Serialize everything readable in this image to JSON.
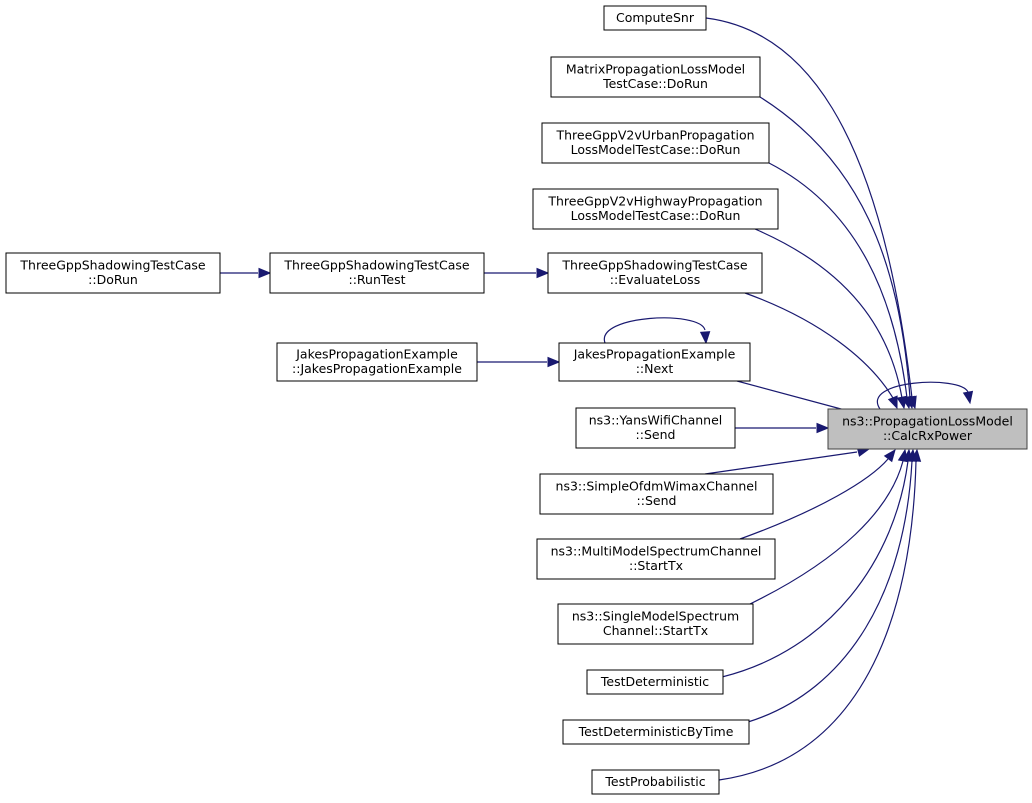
{
  "nodes": [
    {
      "id": "compute-snr",
      "lines": [
        "ComputeSnr"
      ]
    },
    {
      "id": "matrix-dorun",
      "lines": [
        "MatrixPropagationLossModel",
        "TestCase::DoRun"
      ]
    },
    {
      "id": "v2v-urban-dorun",
      "lines": [
        "ThreeGppV2vUrbanPropagation",
        "LossModelTestCase::DoRun"
      ]
    },
    {
      "id": "v2v-highway-dorun",
      "lines": [
        "ThreeGppV2vHighwayPropagation",
        "LossModelTestCase::DoRun"
      ]
    },
    {
      "id": "shadowing-dorun",
      "lines": [
        "ThreeGppShadowingTestCase",
        "::DoRun"
      ]
    },
    {
      "id": "shadowing-runtest",
      "lines": [
        "ThreeGppShadowingTestCase",
        "::RunTest"
      ]
    },
    {
      "id": "shadowing-evaluateloss",
      "lines": [
        "ThreeGppShadowingTestCase",
        "::EvaluateLoss"
      ]
    },
    {
      "id": "jakes-ctor",
      "lines": [
        "JakesPropagationExample",
        "::JakesPropagationExample"
      ]
    },
    {
      "id": "jakes-next",
      "lines": [
        "JakesPropagationExample",
        "::Next"
      ]
    },
    {
      "id": "calc-rx-power",
      "lines": [
        "ns3::PropagationLossModel",
        "::CalcRxPower"
      ],
      "focus": true
    },
    {
      "id": "yans-send",
      "lines": [
        "ns3::YansWifiChannel",
        "::Send"
      ]
    },
    {
      "id": "ofdm-send",
      "lines": [
        "ns3::SimpleOfdmWimaxChannel",
        "::Send"
      ]
    },
    {
      "id": "multimodel-starttx",
      "lines": [
        "ns3::MultiModelSpectrumChannel",
        "::StartTx"
      ]
    },
    {
      "id": "singlemodel-starttx",
      "lines": [
        "ns3::SingleModelSpectrum",
        "Channel::StartTx"
      ]
    },
    {
      "id": "test-deterministic",
      "lines": [
        "TestDeterministic"
      ]
    },
    {
      "id": "test-deterministic-bytime",
      "lines": [
        "TestDeterministicByTime"
      ]
    },
    {
      "id": "test-probabilistic",
      "lines": [
        "TestProbabilistic"
      ]
    }
  ],
  "edges": [
    {
      "from": "compute-snr",
      "to": "calc-rx-power"
    },
    {
      "from": "matrix-dorun",
      "to": "calc-rx-power"
    },
    {
      "from": "v2v-urban-dorun",
      "to": "calc-rx-power"
    },
    {
      "from": "v2v-highway-dorun",
      "to": "calc-rx-power"
    },
    {
      "from": "shadowing-dorun",
      "to": "shadowing-runtest"
    },
    {
      "from": "shadowing-runtest",
      "to": "shadowing-evaluateloss"
    },
    {
      "from": "shadowing-evaluateloss",
      "to": "calc-rx-power"
    },
    {
      "from": "jakes-ctor",
      "to": "jakes-next"
    },
    {
      "from": "jakes-next",
      "to": "jakes-next"
    },
    {
      "from": "jakes-next",
      "to": "calc-rx-power"
    },
    {
      "from": "calc-rx-power",
      "to": "calc-rx-power"
    },
    {
      "from": "yans-send",
      "to": "calc-rx-power"
    },
    {
      "from": "ofdm-send",
      "to": "calc-rx-power"
    },
    {
      "from": "multimodel-starttx",
      "to": "calc-rx-power"
    },
    {
      "from": "singlemodel-starttx",
      "to": "calc-rx-power"
    },
    {
      "from": "test-deterministic",
      "to": "calc-rx-power"
    },
    {
      "from": "test-deterministic-bytime",
      "to": "calc-rx-power"
    },
    {
      "from": "test-probabilistic",
      "to": "calc-rx-power"
    }
  ],
  "colors": {
    "edge": "#191970",
    "focus_fill": "#bfbfbf"
  }
}
